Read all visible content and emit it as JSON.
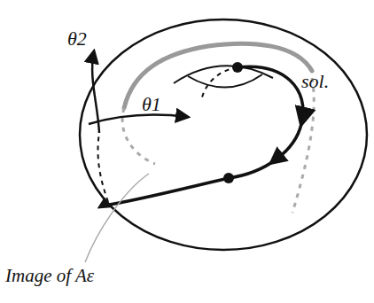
{
  "diagram": {
    "labels": [
      "θ2",
      "θ1",
      "sol.",
      "Image of Aε"
    ]
  }
}
